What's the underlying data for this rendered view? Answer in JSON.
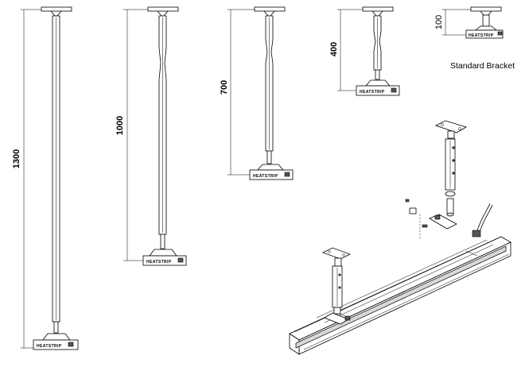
{
  "dimensions": [
    {
      "id": "pole-1300",
      "label": "1300"
    },
    {
      "id": "pole-1000",
      "label": "1000"
    },
    {
      "id": "pole-700",
      "label": "700"
    },
    {
      "id": "pole-400",
      "label": "400"
    },
    {
      "id": "bracket-100",
      "label": "100"
    }
  ],
  "brand_label": "HEATSTRIP",
  "standard_bracket_caption": "Standard Bracket"
}
